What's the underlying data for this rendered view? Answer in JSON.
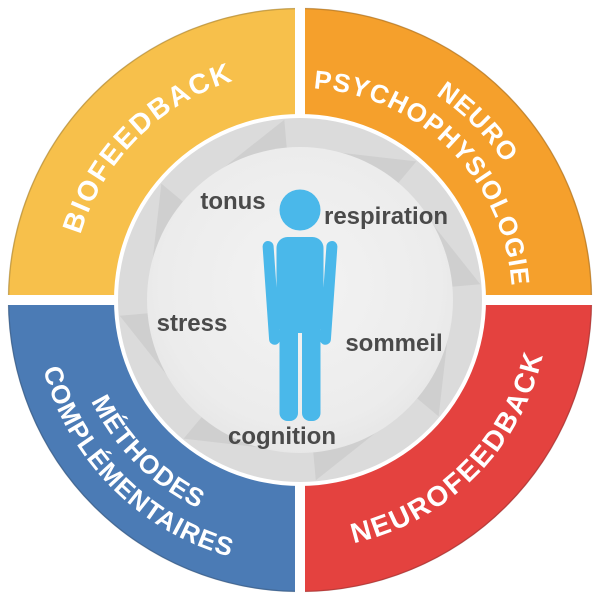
{
  "ring": {
    "top_left": {
      "label": "BIOFEEDBACK",
      "color": "#F7C04B"
    },
    "top_right": {
      "line1": "NEURO",
      "line2": "PSYCHOPHYSIOLOGIE",
      "color": "#F5A02C"
    },
    "bottom_left": {
      "line1": "MÉTHODES",
      "line2": "COMPLÉMENTAIRES",
      "color": "#4B7BB5"
    },
    "bottom_right": {
      "label": "NEUROFEEDBACK",
      "color": "#E4423F"
    }
  },
  "center": {
    "labels": {
      "tonus": "tonus",
      "respiration": "respiration",
      "stress": "stress",
      "sommeil": "sommeil",
      "cognition": "cognition"
    },
    "colors": {
      "figure": "#4AB8EA",
      "disc": "#DBDBDB",
      "disc_pattern": "#CFCFCF",
      "label_text": "#4A4A4A"
    }
  }
}
